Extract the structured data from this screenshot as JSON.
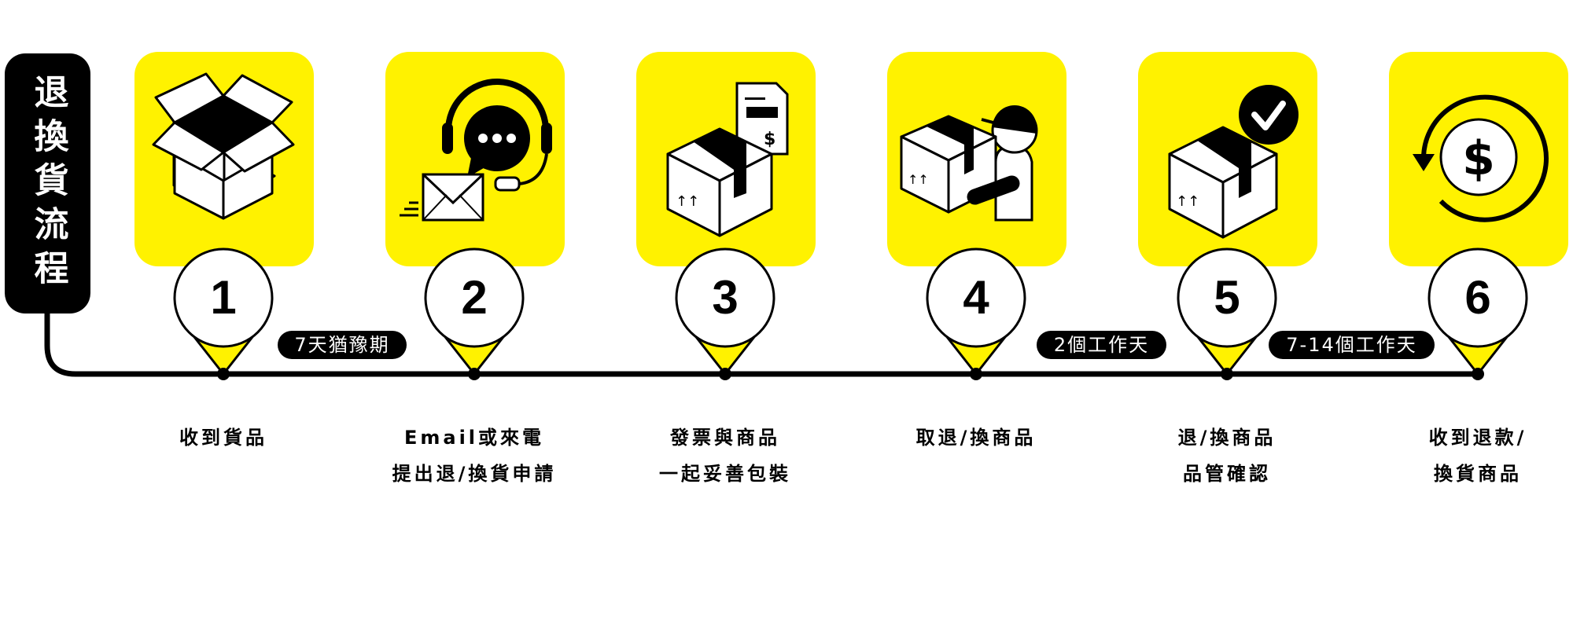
{
  "title": "退換貨流程",
  "colors": {
    "accent": "#fff200",
    "ink": "#000000"
  },
  "steps": [
    {
      "number": "1",
      "icon": "open-box-icon",
      "label_lines": [
        "收到貨品",
        ""
      ]
    },
    {
      "number": "2",
      "icon": "customer-service-email-icon",
      "label_lines": [
        "Email或來電",
        "提出退/換貨申請"
      ]
    },
    {
      "number": "3",
      "icon": "package-invoice-icon",
      "label_lines": [
        "發票與商品",
        "一起妥善包裝"
      ]
    },
    {
      "number": "4",
      "icon": "courier-pickup-icon",
      "label_lines": [
        "取退/換商品",
        ""
      ]
    },
    {
      "number": "5",
      "icon": "package-check-icon",
      "label_lines": [
        "退/換商品",
        "品管確認"
      ]
    },
    {
      "number": "6",
      "icon": "refund-dollar-icon",
      "label_lines": [
        "收到退款/",
        "換貨商品"
      ]
    }
  ],
  "durations": [
    "7天猶豫期",
    "2個工作天",
    "7-14個工作天"
  ]
}
